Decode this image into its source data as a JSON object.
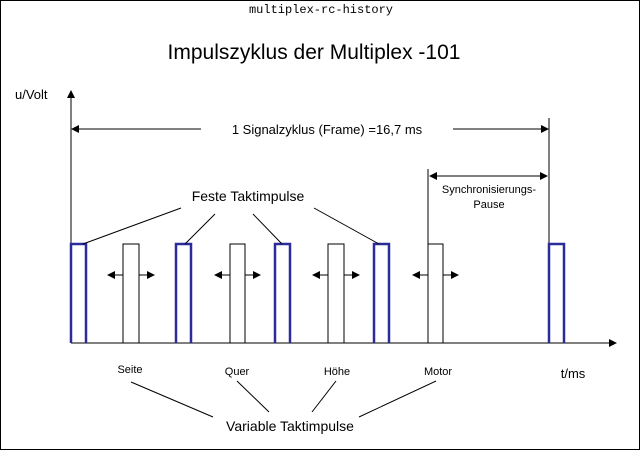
{
  "header": "multiplex-rc-history",
  "title": "Impulszyklus der Multiplex -101",
  "y_axis_label": "u/Volt",
  "x_axis_label": "t/ms",
  "frame_label": "1 Signalzyklus (Frame) =16,7 ms",
  "sync_label_line1": "Synchronisierungs-",
  "sync_label_line2": "Pause",
  "fixed_label": "Feste Taktimpulse",
  "variable_label": "Variable Taktimpulse",
  "channels": [
    "Seite",
    "Quer",
    "Höhe",
    "Motor"
  ],
  "colors": {
    "fixed_pulse": "#2b2b9a",
    "line": "#000000"
  }
}
